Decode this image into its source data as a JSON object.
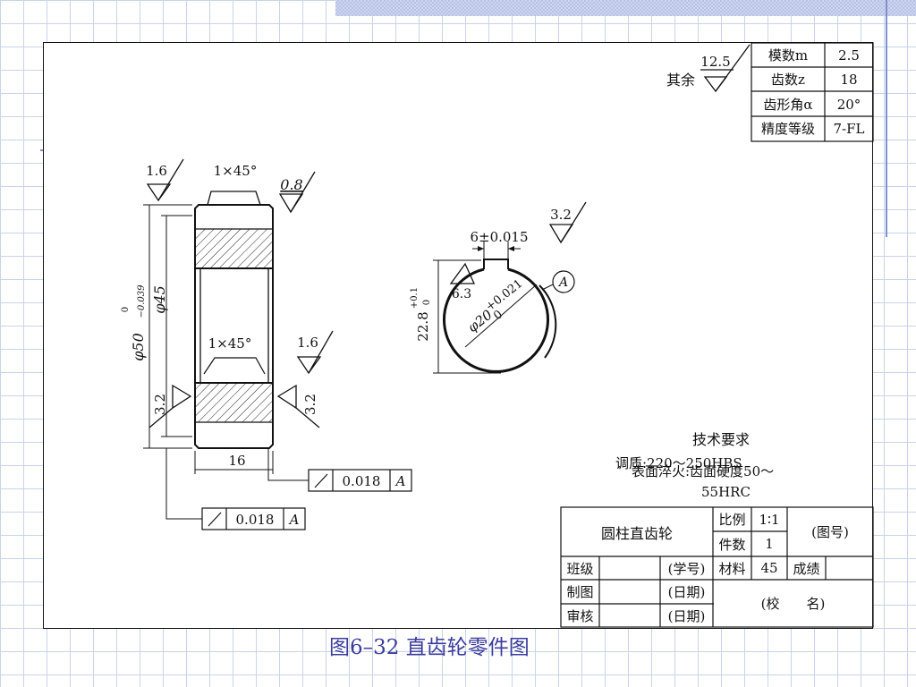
{
  "caption": "图6–32  直齿轮零件图",
  "roughness": {
    "other_value": "12.5",
    "other_label": "其余",
    "tl_value": "1.6",
    "top_value": "0.8",
    "bore_value": "1.6",
    "left_value": "3.2",
    "right_value": "3.2",
    "key_value": "3.2",
    "hub_value": "6.3"
  },
  "params": {
    "rows": [
      {
        "name": "模数m",
        "value": "2.5"
      },
      {
        "name": "齿数z",
        "value": "18"
      },
      {
        "name": "齿形角α",
        "value": "20°"
      },
      {
        "name": "精度等级",
        "value": "7-FL"
      }
    ]
  },
  "dims": {
    "chamfer_top": "1×45°",
    "chamfer_bore": "1×45°",
    "outer_dia": "φ50",
    "outer_tol_upper": "0",
    "outer_tol_lower": "−0.039",
    "inner_dia": "φ45",
    "width": "16",
    "keyway_width": "6±0.015",
    "keyway_depth": "22.8",
    "keyway_depth_tol_upper": "+0.1",
    "keyway_depth_tol_lower": "0",
    "bore_dia": "φ20",
    "bore_tol_upper": "+0.021",
    "bore_tol_lower": "0",
    "datum": "A"
  },
  "runout": [
    {
      "symbol": "↗",
      "value": "0.018",
      "datum": "A"
    },
    {
      "symbol": "↗",
      "value": "0.018",
      "datum": "A"
    }
  ],
  "requirements": {
    "title": "技术要求",
    "line1": "调质:220～250HBS",
    "line2": "表面淬火:齿面硬度50～",
    "line3": "55HRC"
  },
  "titleblock": {
    "part_name": "圆柱直齿轮",
    "scale_label": "比例",
    "scale_value": "1∶1",
    "drawing_no": "(图号)",
    "qty_label": "件数",
    "qty_value": "1",
    "class_label": "班级",
    "student_no": "(学号)",
    "material_label": "材料",
    "material_value": "45",
    "grade_label": "成绩",
    "drawn_label": "制图",
    "date1": "(日期)",
    "school": "(校　　名)",
    "check_label": "审核",
    "date2": "(日期)"
  }
}
